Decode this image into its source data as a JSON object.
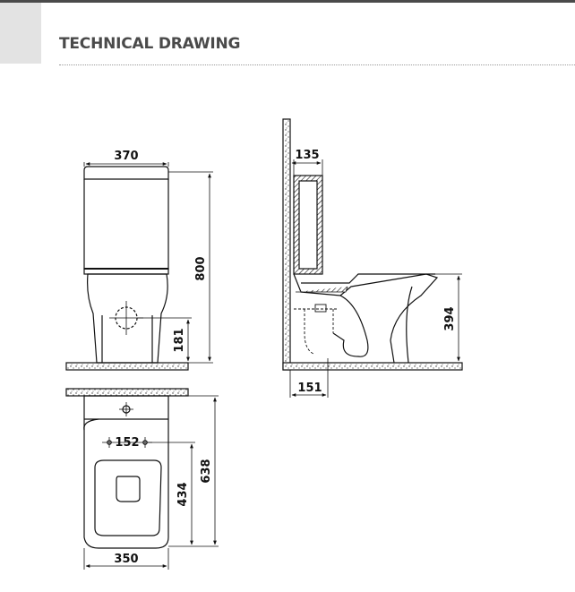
{
  "header": {
    "title": "TECHNICAL DRAWING"
  },
  "dimensions": {
    "front_width": "370",
    "front_height": "800",
    "front_outlet_height": "181",
    "side_tank_depth": "135",
    "side_seat_height": "394",
    "side_outlet_offset": "151",
    "top_fixing_spacing": "152",
    "top_depth": "638",
    "top_fixing_depth": "434",
    "top_width": "350"
  },
  "colors": {
    "line": "#111111",
    "accent": "#4a4a4a",
    "panel": "#e3e3e3"
  }
}
